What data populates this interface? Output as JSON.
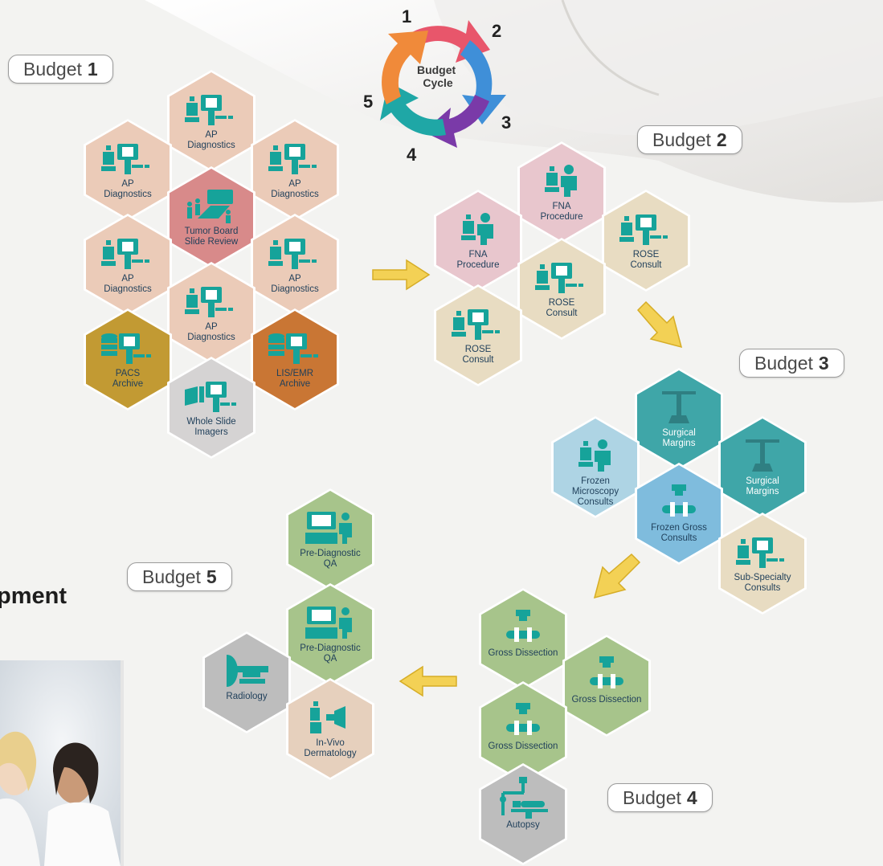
{
  "cycle": {
    "title": "Budget\nCycle",
    "steps": [
      "1",
      "2",
      "3",
      "4",
      "5"
    ],
    "colors": [
      "#e8566b",
      "#3f8fd8",
      "#7a3aa8",
      "#1fa7a6",
      "#f08a3a"
    ]
  },
  "budgets": {
    "b1": {
      "word": "Budget",
      "num": "1"
    },
    "b2": {
      "word": "Budget",
      "num": "2"
    },
    "b3": {
      "word": "Budget",
      "num": "3"
    },
    "b4": {
      "word": "Budget",
      "num": "4"
    },
    "b5": {
      "word": "Budget",
      "num": "5"
    }
  },
  "heading": "pment",
  "colors": {
    "diagnostics": "#ebcbb8",
    "tumor_board": "#d88a8a",
    "pacs": "#c29a33",
    "lis": "#c97634",
    "imagers": "#d5d3d3",
    "fna": "#e8c6cd",
    "rose": "#e8dcc2",
    "frozen_micro": "#aed4e4",
    "surgical": "#3fa6a8",
    "frozen_gross": "#7fbcdd",
    "gross": "#a7c48b",
    "autopsy": "#bdbdbd",
    "qa": "#a7c48b",
    "radiology": "#bdbdbd",
    "dermatology": "#e6d0bd",
    "icon_teal": "#16a39a",
    "arrow_yellow": "#f3d155"
  },
  "hexes": {
    "ap1": "AP\nDiagnostics",
    "ap2": "AP\nDiagnostics",
    "ap3": "AP\nDiagnostics",
    "tumor": "Tumor Board\nSlide Review",
    "ap4": "AP\nDiagnostics",
    "ap5": "AP\nDiagnostics",
    "ap6": "AP\nDiagnostics",
    "pacs": "PACS\nArchive",
    "lis": "LIS/EMR\nArchive",
    "wsi": "Whole Slide\nImagers",
    "fna1": "FNA\nProcedure",
    "fna2": "FNA\nProcedure",
    "rose1": "ROSE\nConsult",
    "rose2": "ROSE\nConsult",
    "rose3": "ROSE\nConsult",
    "surg1": "Surgical\nMargins",
    "frozen_micro": "Frozen\nMicroscopy\nConsults",
    "surg2": "Surgical\nMargins",
    "frozen_gross": "Frozen Gross\nConsults",
    "subspec": "Sub-Specialty\nConsults",
    "gross1": "Gross Dissection",
    "gross2": "Gross Dissection",
    "gross3": "Gross Dissection",
    "autopsy": "Autopsy",
    "qa1": "Pre-Diagnostic\nQA",
    "qa2": "Pre-Diagnostic\nQA",
    "radiology": "Radiology",
    "derm": "In-Vivo\nDermatology"
  }
}
